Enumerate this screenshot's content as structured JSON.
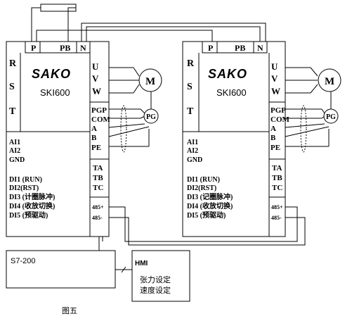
{
  "caption": "图五",
  "drive_left": {
    "brand": "SAKO",
    "model": "SKI600",
    "power_terminals": [
      "P",
      "PB",
      "N"
    ],
    "input_terminals": [
      "R",
      "S",
      "T"
    ],
    "output_terminals": [
      "U",
      "V",
      "W"
    ],
    "encoder_terminals": [
      "PGP",
      "COM",
      "A",
      "B",
      "PE"
    ],
    "relay_terminals": [
      "TA",
      "TB",
      "TC"
    ],
    "comm_terminals": [
      "485+",
      "485-"
    ],
    "analog_inputs": [
      "AI1",
      "AI2",
      "GND"
    ],
    "digital_inputs": [
      "DI1 (RUN)",
      "DI2(RST)",
      "DI3 (计圈脉冲)",
      "DI4 (收放切换)",
      "DI5 (预驱动)"
    ],
    "motor_label": "M",
    "encoder_label": "PG"
  },
  "drive_right": {
    "brand": "SAKO",
    "model": "SKI600",
    "power_terminals": [
      "P",
      "PB",
      "N"
    ],
    "input_terminals": [
      "R",
      "S",
      "T"
    ],
    "output_terminals": [
      "U",
      "V",
      "W"
    ],
    "encoder_terminals": [
      "PGP",
      "COM",
      "A",
      "B",
      "PE"
    ],
    "relay_terminals": [
      "TA",
      "TB",
      "TC"
    ],
    "comm_terminals": [
      "485+",
      "485-"
    ],
    "analog_inputs": [
      "AI1",
      "AI2",
      "GND"
    ],
    "digital_inputs": [
      "DI1 (RUN)",
      "DI2(RST)",
      "DI3 (记圈脉冲)",
      "DI4 (收放切换)",
      "DI5 (预驱动)"
    ],
    "motor_label": "M",
    "encoder_label": "PG"
  },
  "plc": {
    "label": "S7-200"
  },
  "hmi": {
    "label": "HMI",
    "lines": [
      "张力设定",
      "速度设定"
    ]
  }
}
